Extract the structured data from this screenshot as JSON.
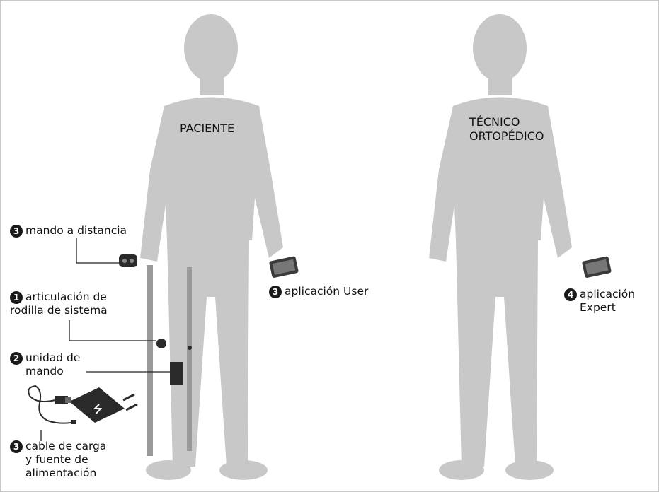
{
  "figures": {
    "patient_title": "PACIENTE",
    "technician_title_line1": "TÉCNICO",
    "technician_title_line2": "ORTOPÉDICO"
  },
  "callouts": {
    "remote": {
      "number": "3",
      "text": "mando a distancia"
    },
    "knee_joint": {
      "number": "1",
      "line1": "articulación de",
      "line2": "rodilla de sistema"
    },
    "control_unit": {
      "number": "2",
      "line1": "unidad de",
      "line2": "mando"
    },
    "charger": {
      "number": "3",
      "line1": "cable de carga",
      "line2": "y fuente de",
      "line3": "alimentación"
    },
    "user_app": {
      "number": "3",
      "text": "aplicación User"
    },
    "expert_app": {
      "number": "4",
      "line1": "aplicación",
      "line2": "Expert"
    }
  },
  "colors": {
    "silhouette": "#c8c8c8",
    "orthosis_bar": "#9a9a9a",
    "device": "#2a2a2a",
    "badge": "#1a1a1a",
    "border": "#c8c8c8"
  }
}
